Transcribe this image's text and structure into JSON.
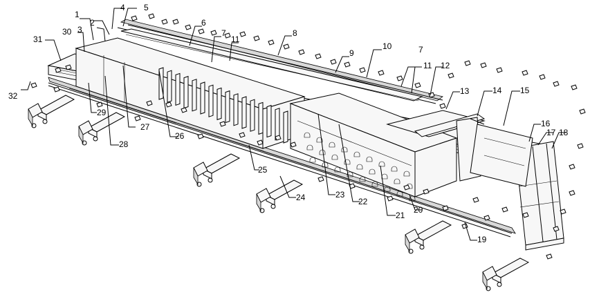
{
  "diagram": {
    "callouts": [
      {
        "id": "c1",
        "text": "1"
      },
      {
        "id": "c2",
        "text": "2"
      },
      {
        "id": "c3",
        "text": "3"
      },
      {
        "id": "c4",
        "text": "4"
      },
      {
        "id": "c5",
        "text": "5"
      },
      {
        "id": "c6",
        "text": "6"
      },
      {
        "id": "c7a",
        "text": "7"
      },
      {
        "id": "c7b",
        "text": "7"
      },
      {
        "id": "c8",
        "text": "8"
      },
      {
        "id": "c9",
        "text": "9"
      },
      {
        "id": "c10",
        "text": "10"
      },
      {
        "id": "c11a",
        "text": "11"
      },
      {
        "id": "c11b",
        "text": "11"
      },
      {
        "id": "c12",
        "text": "12"
      },
      {
        "id": "c13",
        "text": "13"
      },
      {
        "id": "c14",
        "text": "14"
      },
      {
        "id": "c15",
        "text": "15"
      },
      {
        "id": "c16",
        "text": "16"
      },
      {
        "id": "c17",
        "text": "17"
      },
      {
        "id": "c18",
        "text": "18"
      },
      {
        "id": "c19",
        "text": "19"
      },
      {
        "id": "c20",
        "text": "20"
      },
      {
        "id": "c21",
        "text": "21"
      },
      {
        "id": "c22",
        "text": "22"
      },
      {
        "id": "c23",
        "text": "23"
      },
      {
        "id": "c24",
        "text": "24"
      },
      {
        "id": "c25",
        "text": "25"
      },
      {
        "id": "c26",
        "text": "26"
      },
      {
        "id": "c27",
        "text": "27"
      },
      {
        "id": "c28",
        "text": "28"
      },
      {
        "id": "c29",
        "text": "29"
      },
      {
        "id": "c30",
        "text": "30"
      },
      {
        "id": "c31",
        "text": "31"
      },
      {
        "id": "c32",
        "text": "32"
      }
    ]
  }
}
